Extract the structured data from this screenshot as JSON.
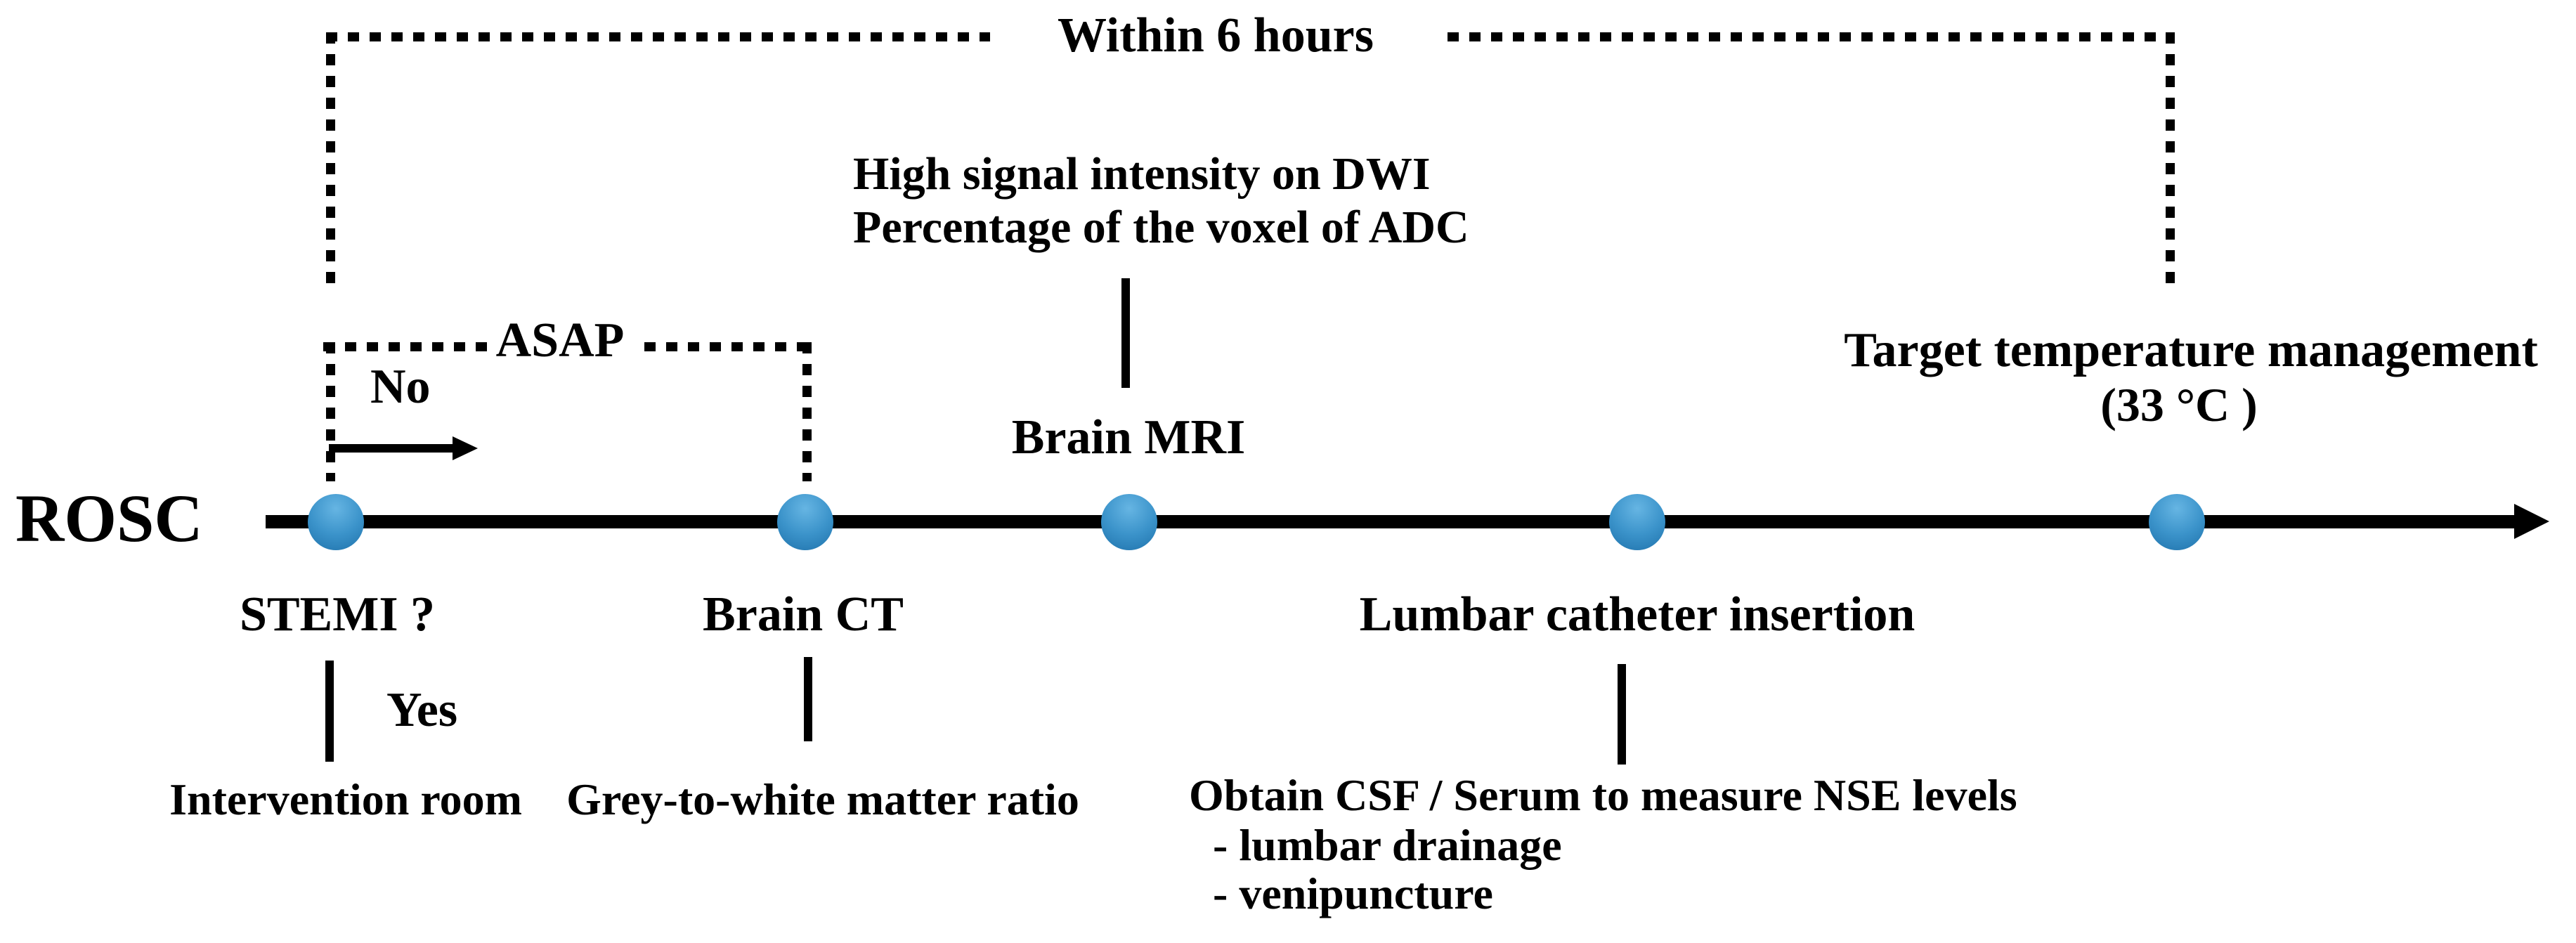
{
  "colors": {
    "background": "#ffffff",
    "line": "#000000",
    "text": "#000000",
    "dot_light": "#66b5e3",
    "dot_mid": "#3b93ca",
    "dot_dark": "#1f72ab"
  },
  "rosc": {
    "label": "ROSC"
  },
  "top_bracket": {
    "label": "Within 6 hours"
  },
  "asap_bracket": {
    "label": "ASAP",
    "no_label": "No"
  },
  "stemi": {
    "label": "STEMI ?",
    "yes_label": "Yes",
    "note": "Intervention room"
  },
  "brain_ct": {
    "label": "Brain CT",
    "note": "Grey-to-white matter ratio"
  },
  "brain_mri": {
    "label": "Brain MRI",
    "note_line1": "High signal intensity on DWI",
    "note_line2": "Percentage of the voxel of ADC"
  },
  "lumbar": {
    "label": "Lumbar catheter insertion",
    "note_line1": "Obtain CSF / Serum to measure NSE levels",
    "note_line2": "- lumbar drainage",
    "note_line3": "- venipuncture"
  },
  "ttm": {
    "label": "Target temperature management",
    "sub_label": "(33 °C )"
  }
}
